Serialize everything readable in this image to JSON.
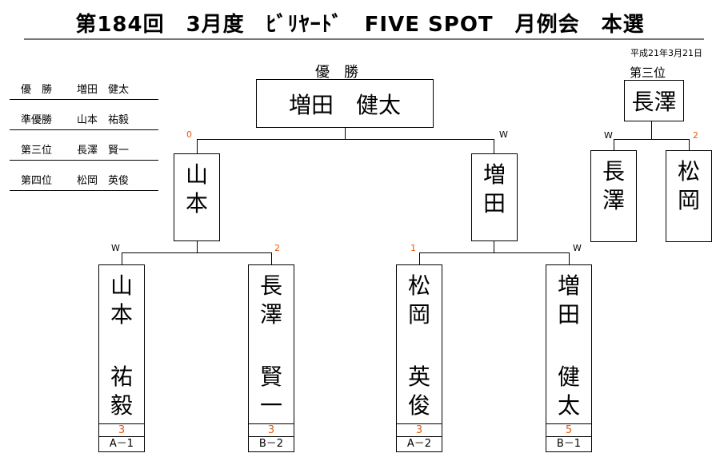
{
  "title": "第184回　3月度　ﾋﾞﾘﾔｰﾄﾞ　FIVE SPOT　月例会　本選",
  "date": "平成21年3月21日",
  "results": [
    {
      "label": "優　勝",
      "name": "増田　健太"
    },
    {
      "label": "準優勝",
      "name": "山本　祐毅"
    },
    {
      "label": "第三位",
      "name": "長澤　賢一"
    },
    {
      "label": "第四位",
      "name": "松岡　英俊"
    }
  ],
  "winner": {
    "heading": "優　勝",
    "name": "増田　健太"
  },
  "third_place": {
    "heading": "第三位",
    "name": "長澤",
    "semi": [
      {
        "name": [
          "長",
          "澤"
        ],
        "tag": "W"
      },
      {
        "name": [
          "松",
          "岡"
        ],
        "tag": "2"
      }
    ]
  },
  "final": [
    {
      "name": [
        "山",
        "本"
      ],
      "tag": "0"
    },
    {
      "name": [
        "増",
        "田"
      ],
      "tag": "W"
    }
  ],
  "first_round": [
    {
      "surname": [
        "山",
        "本"
      ],
      "given": [
        "祐",
        "毅"
      ],
      "tag": "W",
      "score": "3",
      "code": "A－1"
    },
    {
      "surname": [
        "長",
        "澤"
      ],
      "given": [
        "賢",
        "一"
      ],
      "tag": "2",
      "score": "3",
      "code": "B－2"
    },
    {
      "surname": [
        "松",
        "岡"
      ],
      "given": [
        "英",
        "俊"
      ],
      "tag": "1",
      "score": "3",
      "code": "A－2"
    },
    {
      "surname": [
        "増",
        "田"
      ],
      "given": [
        "健",
        "太"
      ],
      "tag": "W",
      "score": "5",
      "code": "B－1"
    }
  ],
  "colors": {
    "score": "#e8590c",
    "line": "#000000",
    "rule": "#777777"
  }
}
